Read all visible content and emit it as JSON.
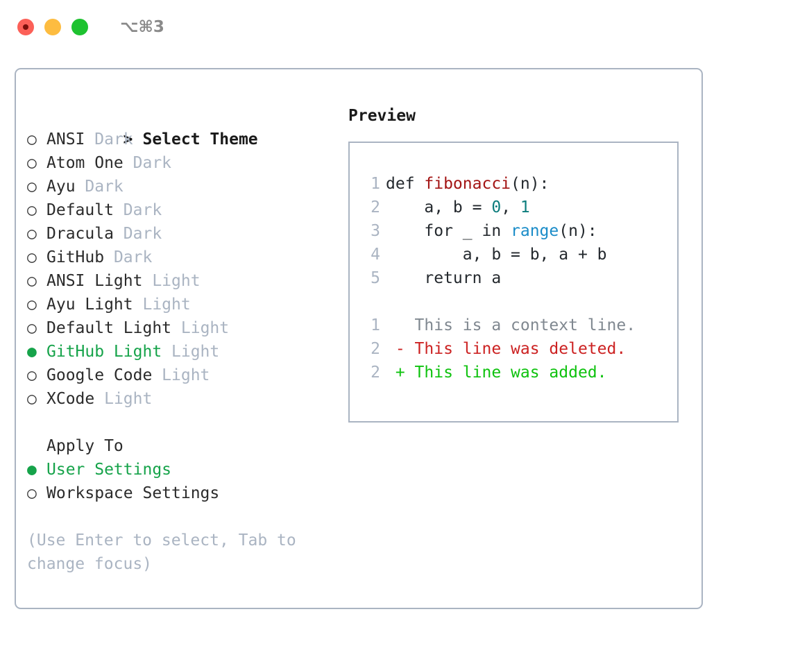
{
  "window": {
    "shortcut": "⌥⌘3",
    "traffic_lights": [
      {
        "name": "close",
        "color": "#fc6058"
      },
      {
        "name": "minimize",
        "color": "#fdbc40"
      },
      {
        "name": "maximize",
        "color": "#1ec230"
      }
    ]
  },
  "colors": {
    "selected_green": "#16a34a",
    "tag_grey": "#aab4c2",
    "border": "#aab4c2",
    "diff_add": "#0ec20e",
    "diff_del": "#cc2222",
    "code_fn": "#a31515",
    "code_num": "#0d7d7d",
    "code_builtin": "#1a8cc8"
  },
  "theme_list": {
    "caret": ">",
    "title": "Select Theme",
    "bullet_unselected": "○",
    "bullet_selected": "●",
    "items": [
      {
        "label": "ANSI",
        "tag": "Dark",
        "selected": false
      },
      {
        "label": "Atom One",
        "tag": "Dark",
        "selected": false
      },
      {
        "label": "Ayu",
        "tag": "Dark",
        "selected": false
      },
      {
        "label": "Default",
        "tag": "Dark",
        "selected": false
      },
      {
        "label": "Dracula",
        "tag": "Dark",
        "selected": false
      },
      {
        "label": "GitHub",
        "tag": "Dark",
        "selected": false
      },
      {
        "label": "ANSI Light",
        "tag": "Light",
        "selected": false
      },
      {
        "label": "Ayu Light",
        "tag": "Light",
        "selected": false
      },
      {
        "label": "Default Light",
        "tag": "Light",
        "selected": false
      },
      {
        "label": "GitHub Light",
        "tag": "Light",
        "selected": true
      },
      {
        "label": "Google Code",
        "tag": "Light",
        "selected": false
      },
      {
        "label": "XCode",
        "tag": "Light",
        "selected": false
      }
    ]
  },
  "apply_to": {
    "title": "Apply To",
    "items": [
      {
        "label": "User Settings",
        "selected": true
      },
      {
        "label": "Workspace Settings",
        "selected": false
      }
    ]
  },
  "hint": "(Use Enter to select, Tab to change focus)",
  "preview": {
    "title": "Preview",
    "code_lines": [
      {
        "num": "1",
        "tokens": [
          {
            "t": "def ",
            "c": "kw"
          },
          {
            "t": "fibonacci",
            "c": "fn"
          },
          {
            "t": "(n):",
            "c": "kw"
          }
        ]
      },
      {
        "num": "2",
        "tokens": [
          {
            "t": "    a, b = ",
            "c": "kw"
          },
          {
            "t": "0",
            "c": "num"
          },
          {
            "t": ", ",
            "c": "kw"
          },
          {
            "t": "1",
            "c": "num"
          }
        ]
      },
      {
        "num": "3",
        "tokens": [
          {
            "t": "    for _ in ",
            "c": "kw"
          },
          {
            "t": "range",
            "c": "bi"
          },
          {
            "t": "(n):",
            "c": "kw"
          }
        ]
      },
      {
        "num": "4",
        "tokens": [
          {
            "t": "        a, b = b, a + b",
            "c": "kw"
          }
        ]
      },
      {
        "num": "5",
        "tokens": [
          {
            "t": "    return a",
            "c": "kw"
          }
        ]
      }
    ],
    "diff_lines": [
      {
        "num": "1",
        "marker": " ",
        "text": " This is a context line.",
        "kind": "ctx"
      },
      {
        "num": "2",
        "marker": "-",
        "text": " This line was deleted.",
        "kind": "del"
      },
      {
        "num": "2",
        "marker": "+",
        "text": " This line was added.",
        "kind": "add"
      }
    ]
  }
}
